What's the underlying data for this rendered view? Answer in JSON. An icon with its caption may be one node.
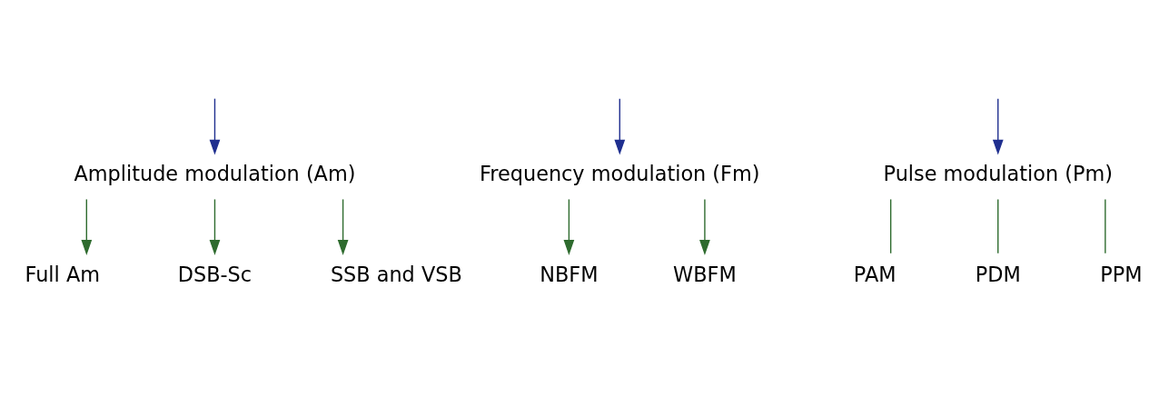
{
  "diagram": {
    "nodes": [
      {
        "text": [
          "Amplitude modulation (Am)"
        ]
      },
      {
        "text": [
          "Frequency modulation (Fm)"
        ]
      },
      {
        "text": [
          "Pulse modulation (Pm)"
        ]
      },
      {
        "text": [
          "Full Am"
        ]
      },
      {
        "text": [
          "DSB-Sc"
        ]
      },
      {
        "text": [
          "SSB and VSB"
        ]
      },
      {
        "text": [
          "NBFM"
        ]
      },
      {
        "text": [
          "WBFM"
        ]
      },
      {
        "text": [
          "PAM"
        ]
      },
      {
        "text": [
          "PDM"
        ]
      },
      {
        "text": [
          "PPM"
        ]
      }
    ],
    "edges": [
      {
        "from": null,
        "to": 0,
        "arrow": "to",
        "color": "#1f2f8f"
      },
      {
        "from": null,
        "to": 1,
        "arrow": "to",
        "color": "#1f2f8f"
      },
      {
        "from": null,
        "to": 2,
        "arrow": "to",
        "color": "#1f2f8f"
      },
      {
        "from": 0,
        "to": 3,
        "arrow": "to"
      },
      {
        "from": 0,
        "to": 4,
        "arrow": "to"
      },
      {
        "from": 0,
        "to": 5,
        "arrow": "to"
      },
      {
        "from": 1,
        "to": 6,
        "arrow": "to"
      },
      {
        "from": 1,
        "to": 7,
        "arrow": "to"
      },
      {
        "from": 2,
        "to": 8,
        "arrow": "none"
      },
      {
        "from": 2,
        "to": 9,
        "arrow": "none"
      },
      {
        "from": 2,
        "to": 10,
        "arrow": "none"
      }
    ]
  }
}
